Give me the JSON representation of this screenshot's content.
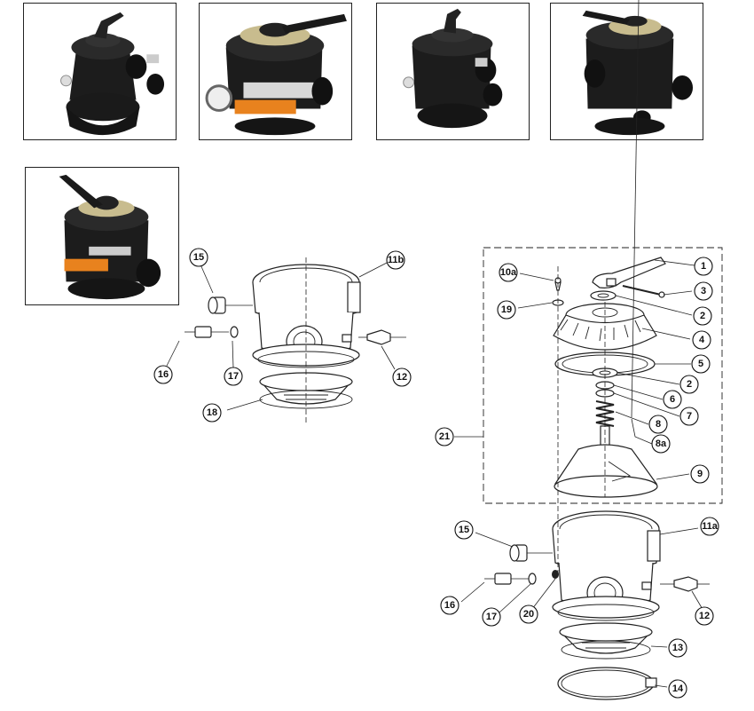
{
  "product_photos": [
    {
      "name": "valve-photo-1",
      "label": "Multiport valve, top handle, black body"
    },
    {
      "name": "valve-photo-2",
      "label": "Multiport valve with pressure gauge and orange label"
    },
    {
      "name": "valve-photo-3",
      "label": "Multiport valve, compact black body"
    },
    {
      "name": "valve-photo-4",
      "label": "Multiport valve, side ports"
    },
    {
      "name": "valve-photo-5",
      "label": "Multiport valve, raised handle, orange band"
    }
  ],
  "diagram_left": {
    "callouts": [
      "15",
      "11b",
      "16",
      "17",
      "12",
      "18"
    ]
  },
  "diagram_right": {
    "callouts": [
      "10a",
      "1",
      "3",
      "19",
      "2",
      "4",
      "5",
      "2",
      "6",
      "7",
      "8",
      "8a",
      "21",
      "9",
      "15",
      "11a",
      "16",
      "17",
      "20",
      "12",
      "13",
      "14"
    ]
  },
  "colors": {
    "valve_body": "#1c1c1c",
    "accent_orange": "#e8821e",
    "label_silver": "#c9c9c9",
    "line": "#222222"
  }
}
